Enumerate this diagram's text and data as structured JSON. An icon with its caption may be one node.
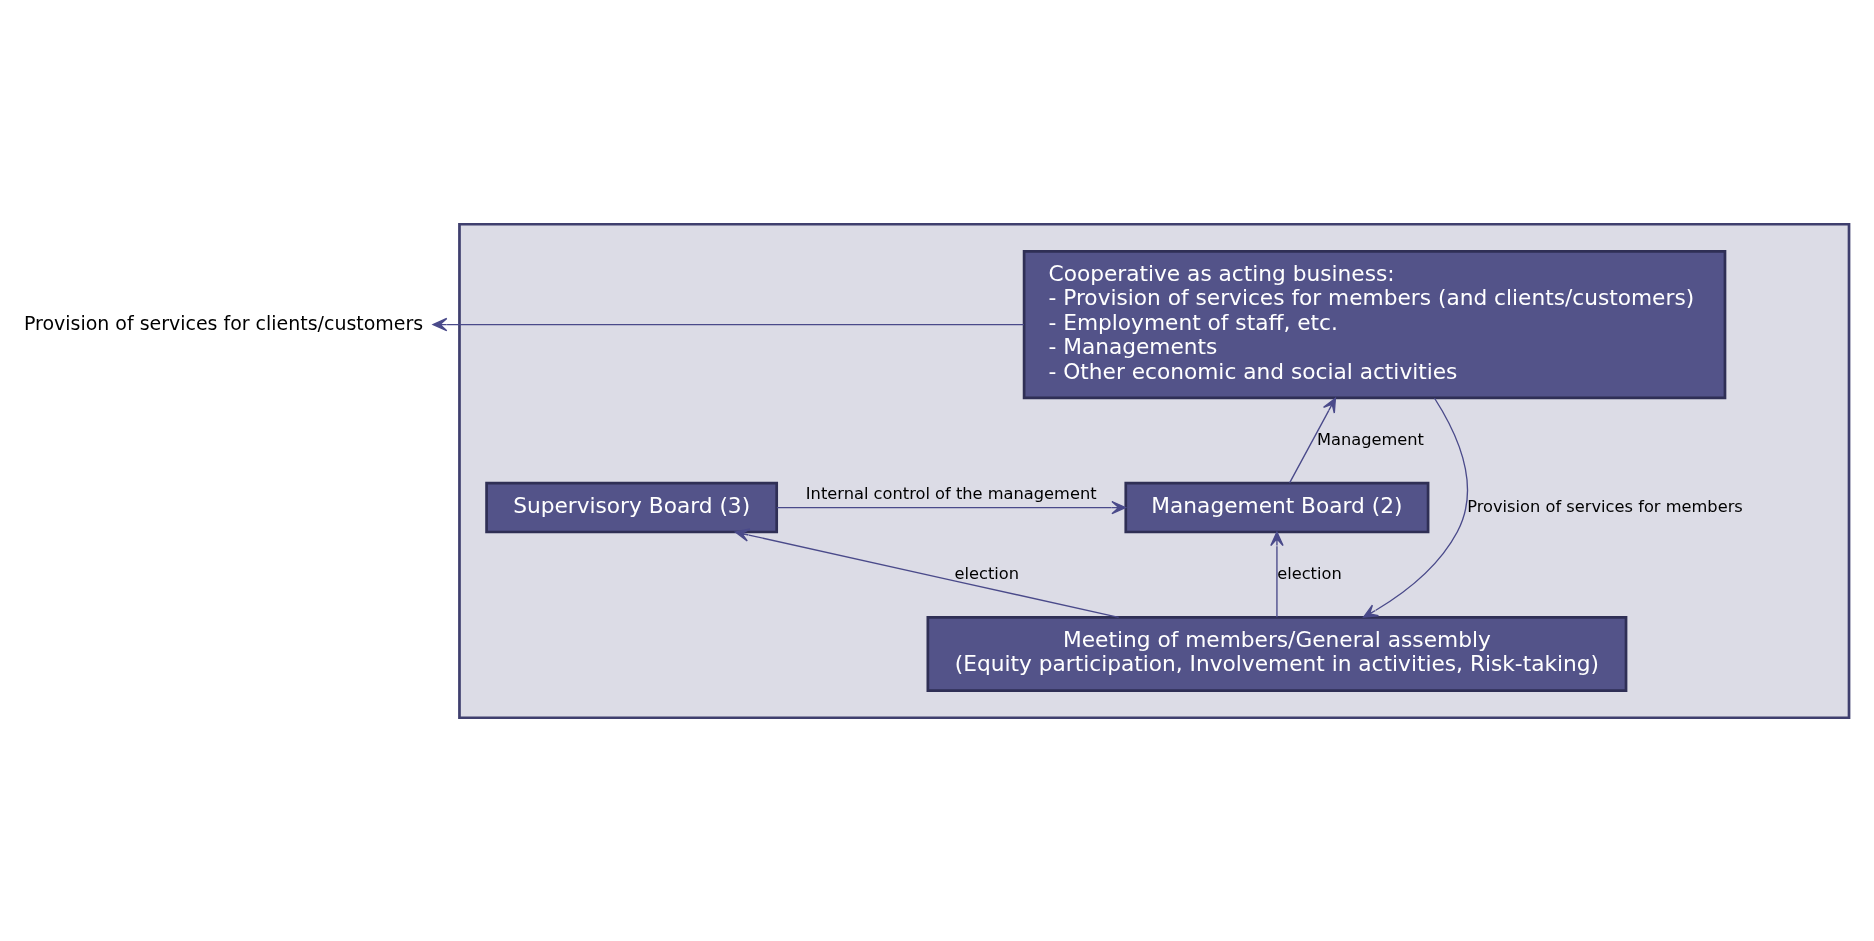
{
  "diagram": {
    "nodes": [
      {
        "text": [],
        "shape": "box"
      },
      {
        "text": [
          "Cooperative as acting business:",
          "- Provision of services for members (and clients/customers)",
          "- Employment of staff, etc.",
          "- Managements",
          "- Other economic and social activities"
        ],
        "in": 0
      },
      {
        "text": [
          "Management Board (2)"
        ],
        "in": 0
      },
      {
        "text": [
          "Supervisory Board (3)"
        ],
        "in": 0
      },
      {
        "text": [
          "Meeting of members/General assembly",
          "(Equity participation, Involvement in activities, Risk-taking)"
        ],
        "in": 0
      },
      {
        "text": [
          "Provision of services for clients/customers"
        ]
      }
    ],
    "edges": [
      {
        "from": 1,
        "to": 5,
        "arrow": "to"
      },
      {
        "from": 1,
        "to": 4,
        "arrow": "to",
        "label": "Provision of services for members"
      },
      {
        "from": 2,
        "to": 1,
        "arrow": "to",
        "label": "Management"
      },
      {
        "from": 3,
        "to": 2,
        "arrow": "to",
        "label": "Internal control of the management"
      },
      {
        "from": 4,
        "to": 2,
        "arrow": "to",
        "label": "election"
      },
      {
        "from": 4,
        "to": 3,
        "arrow": "to",
        "label": "election"
      }
    ]
  }
}
